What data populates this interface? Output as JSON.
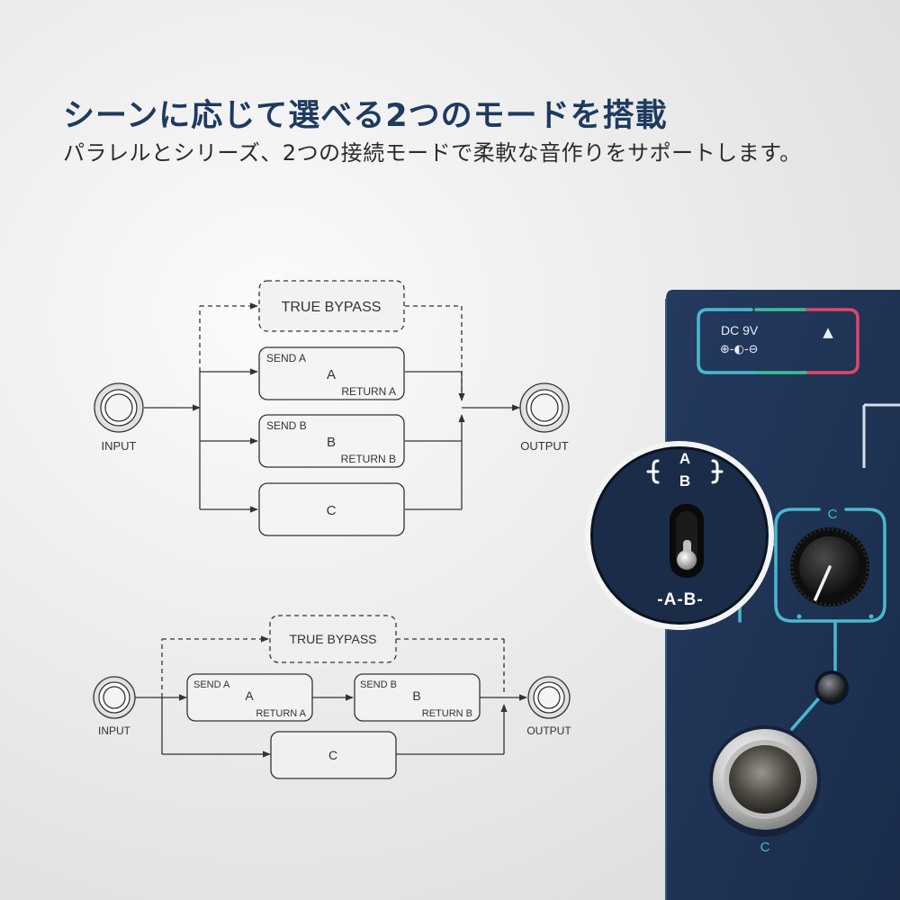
{
  "header": {
    "title": "シーンに応じて選べる2つのモードを搭載",
    "subtitle": "パラレルとシリーズ、2つの接続モードで柔軟な音作りをサポートします。"
  },
  "parallel_diagram": {
    "input_label": "INPUT",
    "output_label": "OUTPUT",
    "bypass_label": "TRUE BYPASS",
    "loop_a": {
      "send": "SEND A",
      "name": "A",
      "return": "RETURN A"
    },
    "loop_b": {
      "send": "SEND B",
      "name": "B",
      "return": "RETURN B"
    },
    "loop_c": {
      "name": "C"
    }
  },
  "series_diagram": {
    "input_label": "INPUT",
    "output_label": "OUTPUT",
    "bypass_label": "TRUE BYPASS",
    "loop_a": {
      "send": "SEND A",
      "name": "A",
      "return": "RETURN A"
    },
    "loop_b": {
      "send": "SEND B",
      "name": "B",
      "return": "RETURN B"
    },
    "loop_c": {
      "name": "C"
    }
  },
  "pedal": {
    "power_label": "DC 9V",
    "power_polarity": "⊕-◐-⊖",
    "warning_symbol": "▲",
    "switch_top_label": "-{A B}-",
    "switch_top_a": "A",
    "switch_top_b": "B",
    "switch_bottom_label": "-A-B-",
    "knob_label": "C",
    "footswitch_label": "C",
    "colors": {
      "panel": "#1f3456",
      "accent_blue": "#4ab8cf",
      "accent_green": "#3fbf9a",
      "accent_red": "#e0466a"
    }
  }
}
